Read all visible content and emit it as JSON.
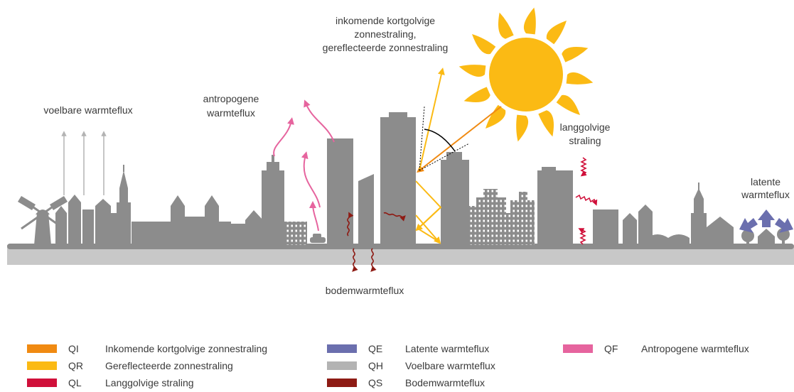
{
  "labels": {
    "incoming_line1": "inkomende kortgolvige",
    "incoming_line2": "zonnestraling,",
    "incoming_line3": "gereflecteerde zonnestraling",
    "sensible": "voelbare warmteflux",
    "anthropogenic_line1": "antropogene",
    "anthropogenic_line2": "warmteflux",
    "longwave_line1": "langgolvige",
    "longwave_line2": "straling",
    "latent_line1": "latente",
    "latent_line2": "warmteflux",
    "ground": "bodemwarmteflux"
  },
  "legend": [
    {
      "code": "QI",
      "text": "Inkomende kortgolvige zonnestraling",
      "color": "#F08A12"
    },
    {
      "code": "QR",
      "text": "Gereflecteerde zonnestraling",
      "color": "#FBBA14"
    },
    {
      "code": "QL",
      "text": "Langgolvige straling",
      "color": "#D0103A"
    },
    {
      "code": "QE",
      "text": "Latente warmteflux",
      "color": "#6B6FAE"
    },
    {
      "code": "QH",
      "text": "Voelbare warmteflux",
      "color": "#B3B3B3"
    },
    {
      "code": "QS",
      "text": "Bodemwarmteflux",
      "color": "#8E1B14"
    },
    {
      "code": "QF",
      "text": "Antropogene warmteflux",
      "color": "#E6649E"
    }
  ],
  "colors": {
    "building": "#8C8C8C",
    "ground": "#C8C8C8",
    "sun": "#FBBA14",
    "window": "#FFFFFF"
  }
}
